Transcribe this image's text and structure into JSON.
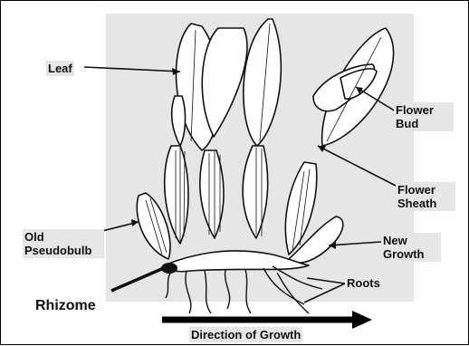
{
  "labels": {
    "leaf": "Leaf",
    "flower_bud_1": "Flower",
    "flower_bud_2": "Bud",
    "flower_sheath_1": "Flower",
    "flower_sheath_2": "Sheath",
    "old_pseudobulb_1": "Old",
    "old_pseudobulb_2": "Pseudobulb",
    "new_growth_1": "New",
    "new_growth_2": "Growth",
    "roots": "Roots",
    "rhizome": "Rhizome",
    "direction": "Direction of Growth"
  },
  "colors": {
    "panel": "#e6e6e6",
    "ink": "#111111"
  }
}
